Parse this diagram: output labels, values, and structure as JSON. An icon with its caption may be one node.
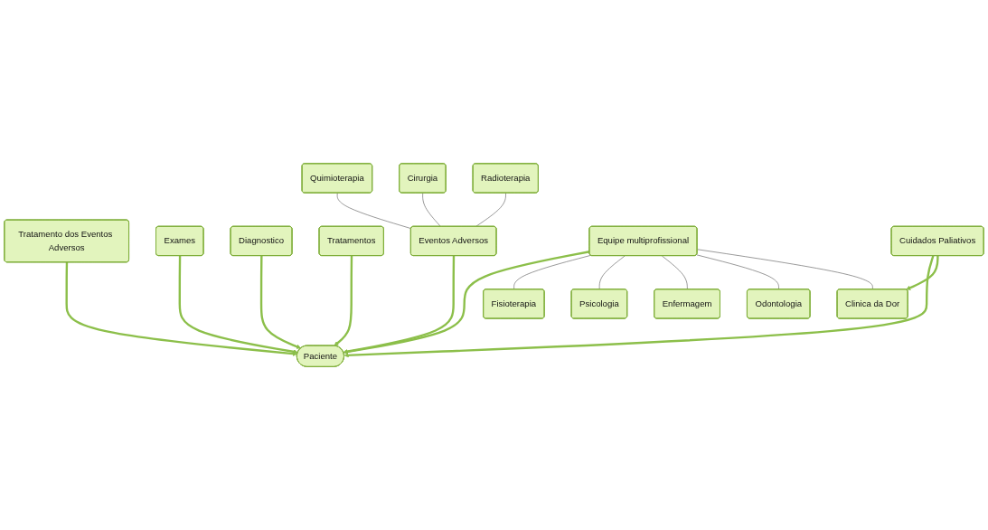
{
  "diagram": {
    "nodes": [
      {
        "text": [
          "Exames"
        ]
      },
      {
        "text": [
          "Equipe multiprofissional"
        ]
      },
      {
        "text": [
          "Fisioterapia"
        ]
      },
      {
        "text": [
          "Psicologia"
        ]
      },
      {
        "text": [
          "Diagnostico"
        ]
      },
      {
        "text": [
          "Enfermagem"
        ]
      },
      {
        "text": [
          "Paciente"
        ]
      },
      {
        "text": [
          "Odontologia"
        ]
      },
      {
        "text": [
          "Tratamentos"
        ]
      },
      {
        "text": [
          "Clinica da Dor"
        ]
      },
      {
        "text": [
          "Quimioterapia"
        ]
      },
      {
        "text": [
          "Eventos Adversos"
        ]
      },
      {
        "text": [
          "Cuidados Paliativos"
        ]
      },
      {
        "text": [
          "Cirurgia"
        ]
      },
      {
        "text": [
          "Tratamento dos Eventos Adversos"
        ]
      },
      {
        "text": [
          "Radioterapia"
        ]
      }
    ],
    "edges": [
      {
        "from": 0,
        "to": 6,
        "arrow": "to",
        "style": "thick"
      },
      {
        "from": 1,
        "to": 6,
        "arrow": "to",
        "style": "thick"
      },
      {
        "from": 4,
        "to": 6,
        "arrow": "to",
        "style": "thick"
      },
      {
        "from": 8,
        "to": 6,
        "arrow": "to",
        "style": "thick"
      },
      {
        "from": 11,
        "to": 6,
        "arrow": "to",
        "style": "thick"
      },
      {
        "from": 14,
        "to": 6,
        "arrow": "to",
        "style": "thick"
      },
      {
        "from": 12,
        "to": 6,
        "arrow": "to",
        "style": "thick"
      },
      {
        "from": 12,
        "to": 9,
        "arrow": "to",
        "style": "thick"
      },
      {
        "from": 1,
        "to": 2,
        "arrow": "none",
        "color": "#555555"
      },
      {
        "from": 1,
        "to": 3,
        "arrow": "none",
        "color": "#555555"
      },
      {
        "from": 1,
        "to": 5,
        "arrow": "none",
        "color": "#555555"
      },
      {
        "from": 1,
        "to": 7,
        "arrow": "none",
        "color": "#555555"
      },
      {
        "from": 1,
        "to": 9,
        "arrow": "none",
        "color": "#555555"
      },
      {
        "from": 10,
        "to": 11,
        "arrow": "none",
        "color": "#555555"
      },
      {
        "from": 13,
        "to": 11,
        "arrow": "none",
        "color": "#555555"
      },
      {
        "from": 15,
        "to": 11,
        "arrow": "none",
        "color": "#555555"
      }
    ]
  }
}
